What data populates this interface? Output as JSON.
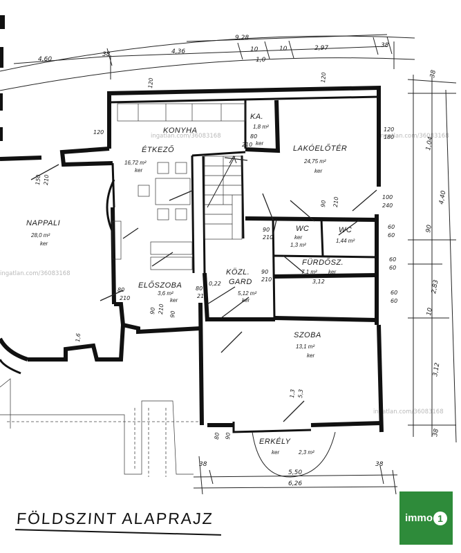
{
  "title": "FÖLDSZINT ALAPRAJZ",
  "logo": {
    "text": "immo",
    "mark": "1",
    "color": "#2e8b3a"
  },
  "watermarks": [
    "ingatlan.com/36083168",
    "ingatlan.com/36083168",
    "ingatlan.com/36083168",
    "ingatlan.com/36083168"
  ],
  "rooms": [
    {
      "name": "KONYHA",
      "area": ""
    },
    {
      "name": "ÉTKEZŐ",
      "area": "16,72 m²"
    },
    {
      "name": "KA.",
      "area": "1,8 m²"
    },
    {
      "name": "LAKÓELŐTÉR",
      "area": "24,75 m²"
    },
    {
      "name": "NAPPALI",
      "area": "28,0 m²"
    },
    {
      "name": "WC",
      "area": "1,3 m²"
    },
    {
      "name": "WC",
      "area": "1,44 m²"
    },
    {
      "name": "FÜRDŐSZ.",
      "area": "7,1 m²"
    },
    {
      "name": "ELŐSZOBA",
      "area": "3,6 m²"
    },
    {
      "name": "KÖZL.",
      "area": ""
    },
    {
      "name": "GARD",
      "area": "5,12 m²"
    },
    {
      "name": "SZOBA",
      "area": "13,1 m²"
    },
    {
      "name": "ERKÉLY",
      "area": "2,3 m²"
    }
  ],
  "floor_word": "ker",
  "dimensions": {
    "top_total": "9,28",
    "top_row": [
      "4,60",
      "38",
      "4,36",
      "10",
      "1,0",
      "10",
      "2,97",
      "38"
    ],
    "right_col": [
      "38",
      "1,04",
      "4,40",
      "90",
      "2,83",
      "10",
      "3,12",
      "38"
    ],
    "bottom": [
      "38",
      "5,50",
      "6,26",
      "38"
    ],
    "openings": [
      "120",
      "120",
      "120",
      "180",
      "120",
      "80",
      "210",
      "100",
      "240",
      "60",
      "60",
      "90",
      "210",
      "60",
      "60",
      "60",
      "60",
      "90",
      "210",
      "90",
      "210",
      "3,12",
      "80",
      "210",
      "80",
      "210",
      "90",
      "210",
      "90",
      "80",
      "90",
      "150",
      "210",
      "0,22",
      "1,6",
      "1,3",
      "5,3"
    ]
  }
}
